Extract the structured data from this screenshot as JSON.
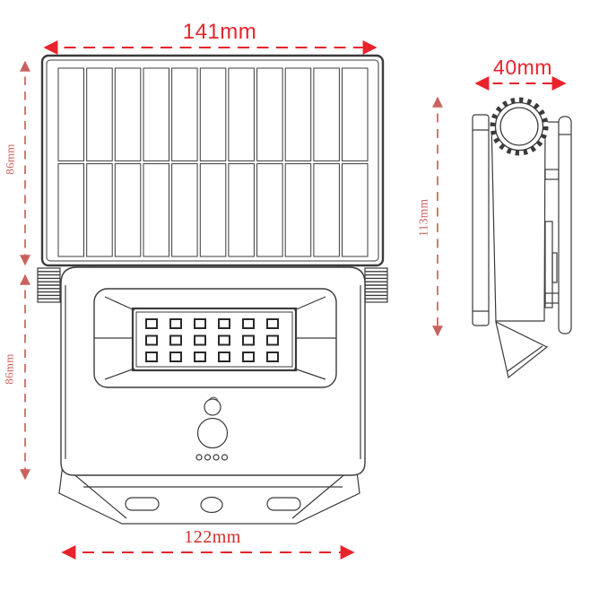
{
  "drawing": {
    "type": "product-dimension-diagram",
    "product": "solar-led-security-floodlight",
    "views": {
      "front": {
        "name": "front-view"
      },
      "side": {
        "name": "side-view"
      }
    }
  },
  "dimensions": {
    "panel_width": {
      "label": "141mm"
    },
    "panel_height": {
      "label": "86mm"
    },
    "body_height": {
      "label": "86mm"
    },
    "base_width": {
      "label": "122mm"
    },
    "side_depth": {
      "label": "40mm"
    },
    "side_height": {
      "label": "113mm"
    }
  },
  "front_view": {
    "solar_panel": {
      "columns": 11,
      "rows": 2
    },
    "led_grid": {
      "columns": 6,
      "rows": 3
    },
    "indicator_dots": 4,
    "knob_ridges": 9,
    "mounting_slots": 3,
    "sensors": [
      "light-sensor",
      "pir-motion-sensor"
    ]
  },
  "side_view": {
    "gear_teeth": 20
  },
  "colors": {
    "accent_red": "#e8232b",
    "soft_red": "#c9625e",
    "serif_red": "#cf2b28",
    "line": "#3b3b3b"
  }
}
